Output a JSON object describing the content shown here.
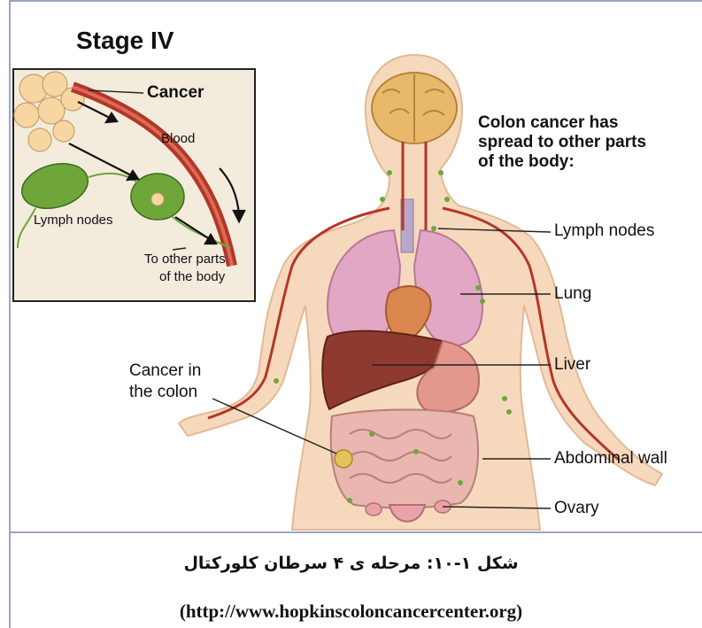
{
  "title": "Stage IV",
  "headline": "Colon cancer has\nspread to other parts\nof the body:",
  "inset": {
    "cancer": "Cancer",
    "blood": "Blood",
    "lymph_nodes": "Lymph nodes",
    "to_other_parts": "To other parts",
    "of_the_body": "of the body"
  },
  "labels": {
    "lymph_nodes": "Lymph nodes",
    "lung": "Lung",
    "liver": "Liver",
    "abdominal_wall": "Abdominal wall",
    "ovary": "Ovary",
    "cancer_in": "Cancer in",
    "the_colon": "the colon"
  },
  "caption": {
    "persian": "شکل ۱-۱۰: مرحله ی ۴ سرطان کلورکتال",
    "source": "(http://www.hopkinscoloncancercenter.org)"
  },
  "colors": {
    "skin": "#f6d9bd",
    "skin_edge": "#e3b994",
    "vessel": "#b43628",
    "lung": "#e2a7c4",
    "liver": "#8e3a2e",
    "intestine": "#eab6b0",
    "node": "#6ea63a",
    "frame": "#9aa3c9"
  }
}
